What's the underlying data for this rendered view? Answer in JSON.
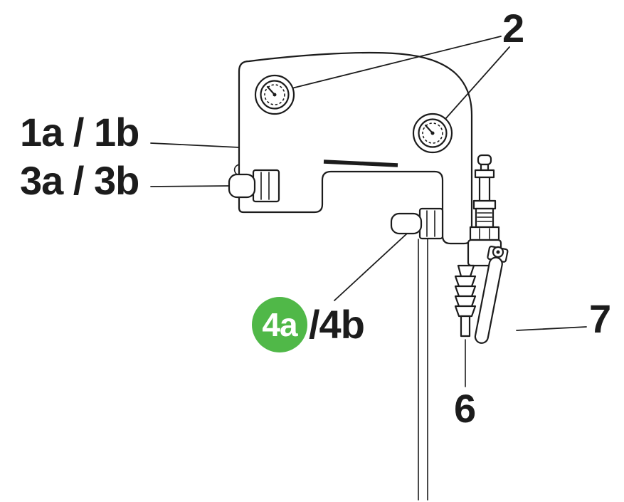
{
  "style": {
    "background_color": "#ffffff",
    "line_color": "#1c1c1c",
    "highlight_color": "#50b848",
    "highlight_text_color": "#ffffff"
  },
  "diagram": {
    "kind": "parts-callout-diagram",
    "parts": {
      "gauges": {
        "callout": "2"
      },
      "mounting_plate": {
        "callout": "1a / 1b"
      },
      "upper_plug": {
        "callout": "3a / 3b"
      },
      "lower_plug": {
        "callout_selected": "4a",
        "callout_alt": "/4b"
      },
      "outlet_barb": {
        "callout": "6"
      },
      "valve_lever": {
        "callout": "7"
      }
    }
  }
}
